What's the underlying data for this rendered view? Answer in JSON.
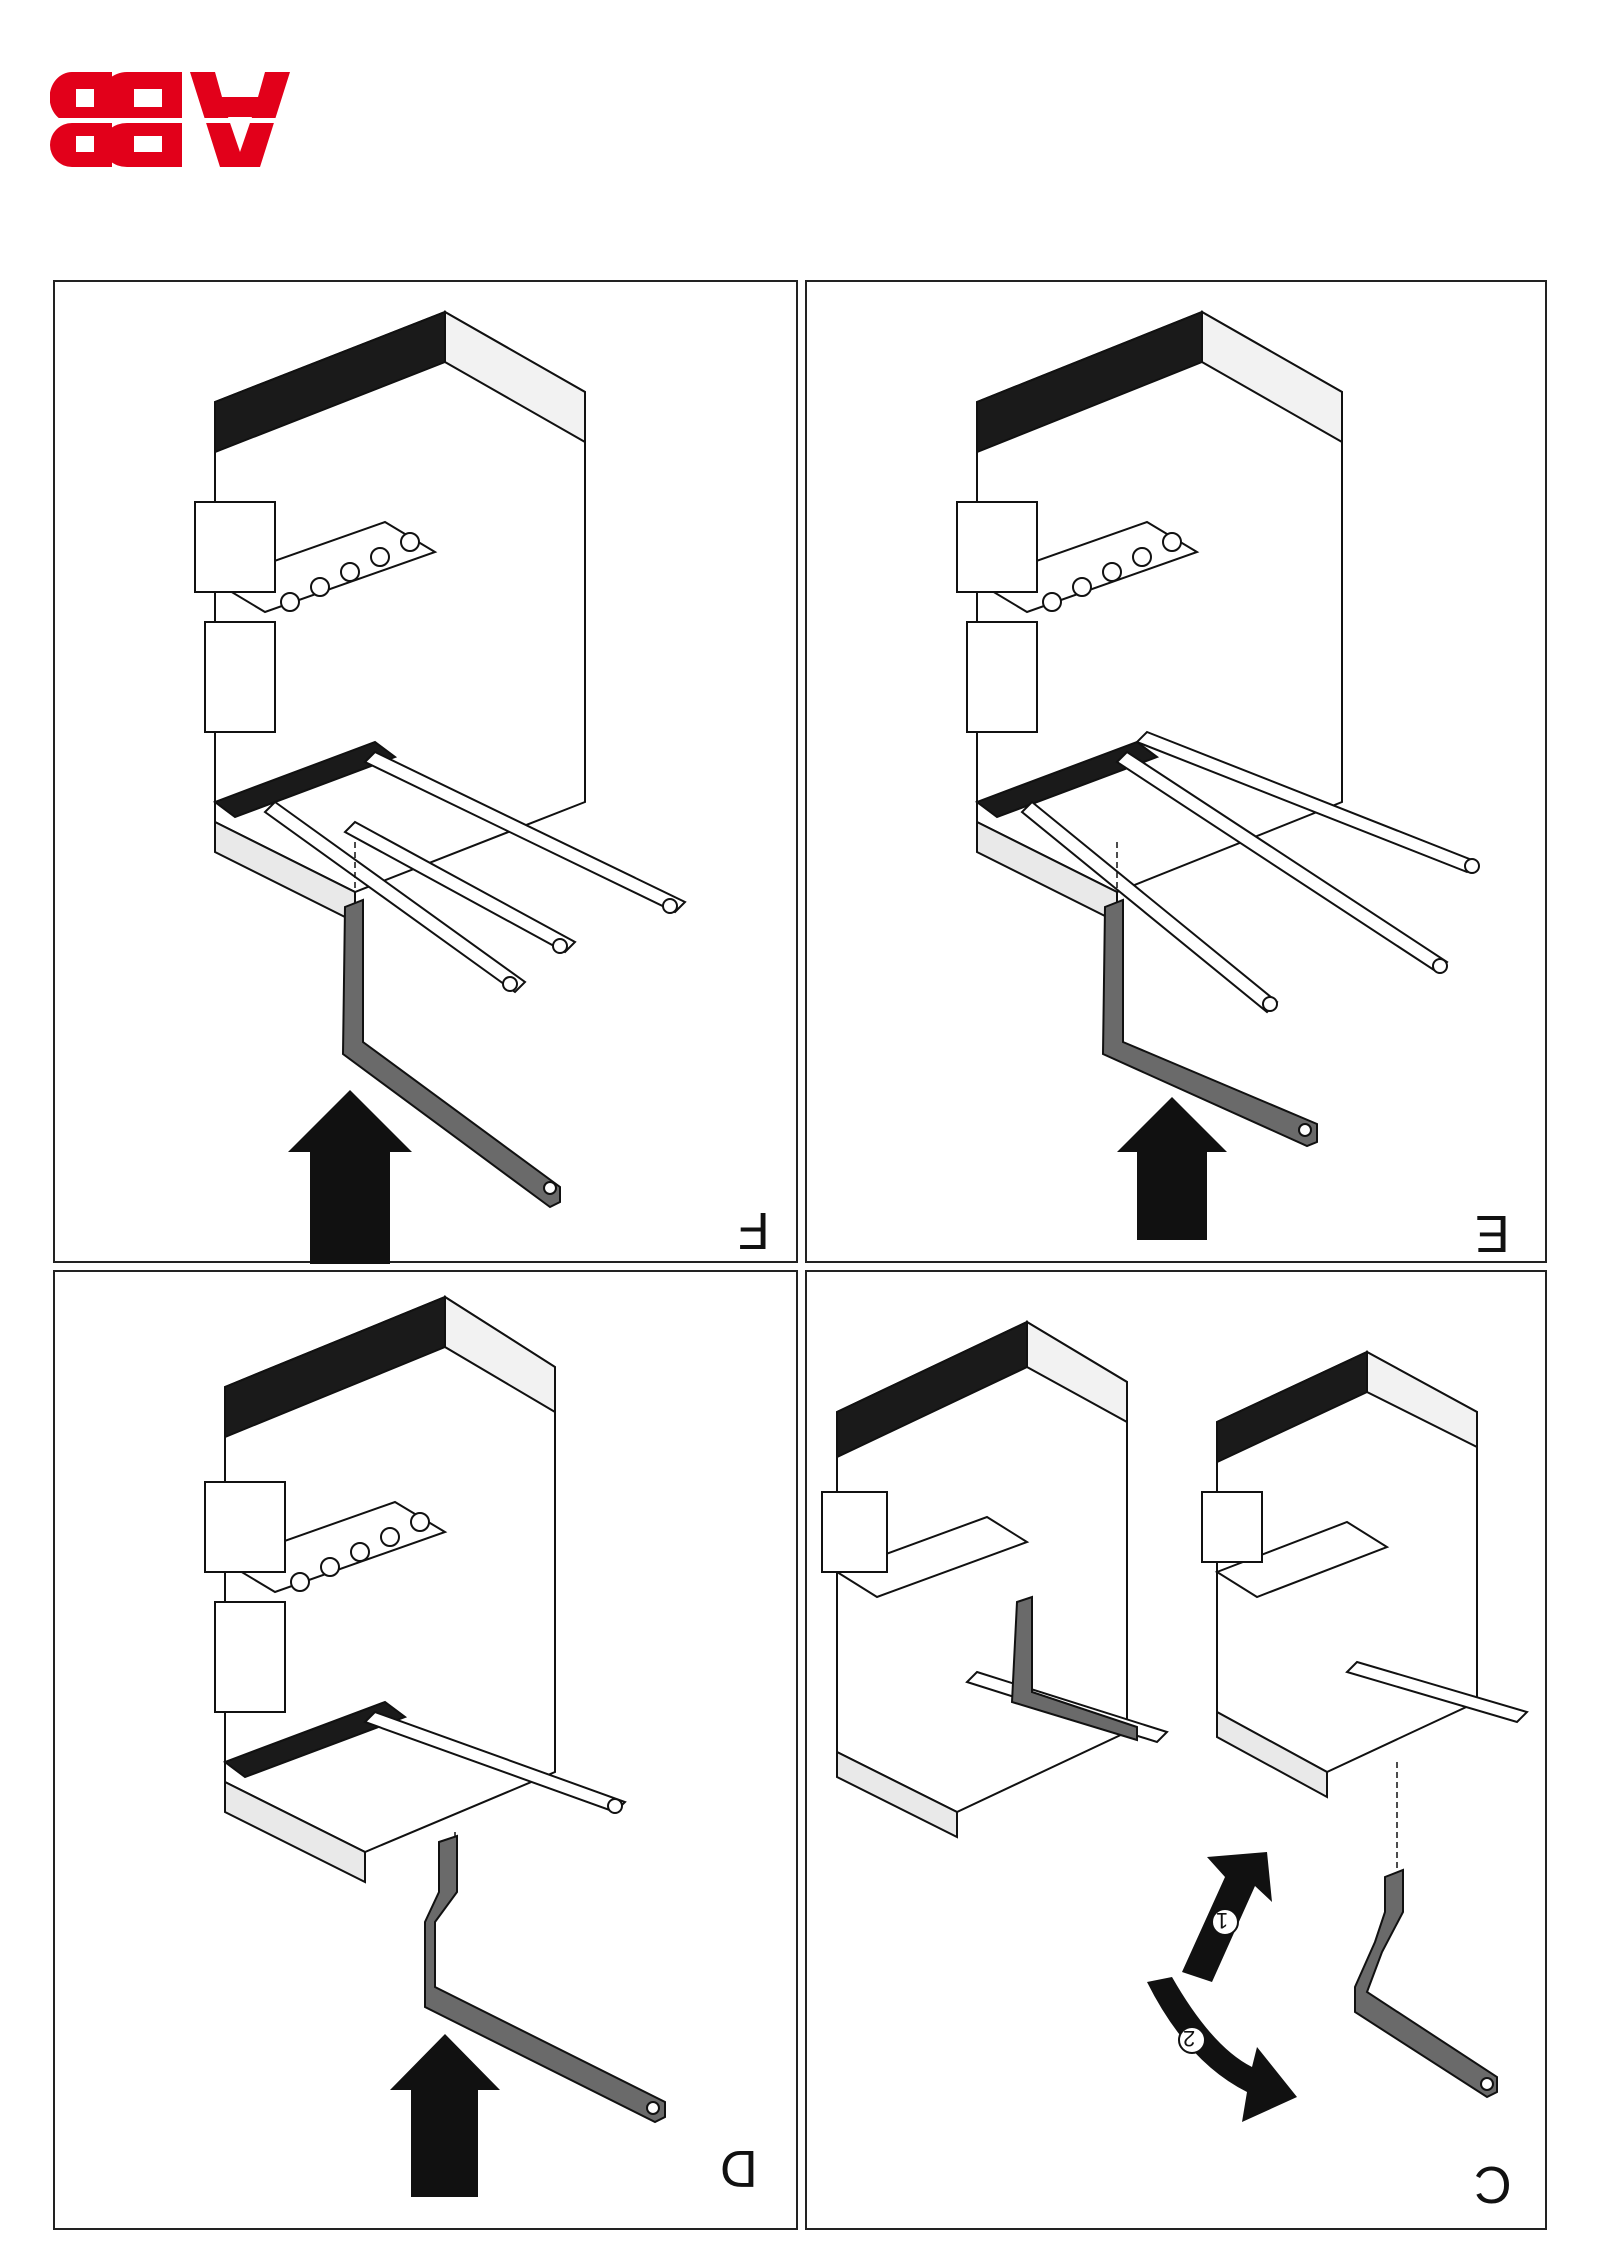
{
  "logo": {
    "text": "ABB",
    "color": "#e2001a"
  },
  "panels": [
    {
      "label": "F"
    },
    {
      "label": "E"
    },
    {
      "label": "D"
    },
    {
      "label": "C",
      "step_numbers": [
        "1",
        "2"
      ]
    }
  ]
}
